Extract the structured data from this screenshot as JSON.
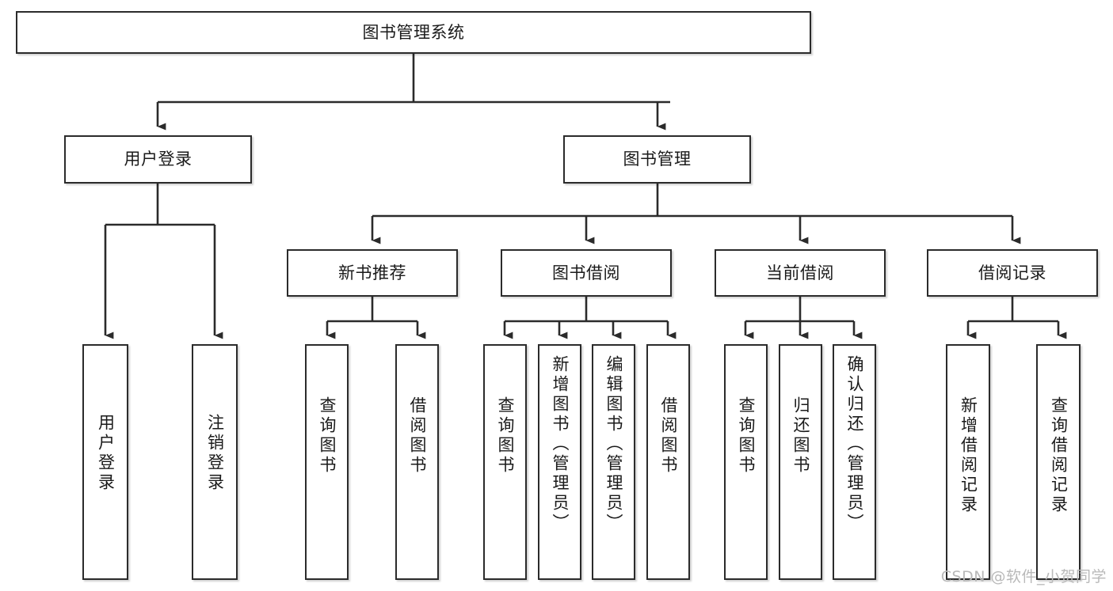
{
  "diagram": {
    "title": "图书管理系统",
    "type": "tree-hierarchy-functional-decomposition",
    "root": {
      "id": "root",
      "label": "图书管理系统"
    },
    "level2": [
      {
        "id": "user-login",
        "label": "用户登录"
      },
      {
        "id": "book-management",
        "label": "图书管理"
      }
    ],
    "level3": [
      {
        "id": "new-book-recommend",
        "label": "新书推荐",
        "parent": "book-management"
      },
      {
        "id": "book-borrow",
        "label": "图书借阅",
        "parent": "book-management"
      },
      {
        "id": "current-borrow",
        "label": "当前借阅",
        "parent": "book-management"
      },
      {
        "id": "borrow-record",
        "label": "借阅记录",
        "parent": "book-management"
      }
    ],
    "leaves": [
      {
        "id": "leaf-user-login",
        "label": "用户登录",
        "parent": "user-login"
      },
      {
        "id": "leaf-user-logout",
        "label": "注销登录",
        "parent": "user-login"
      },
      {
        "id": "leaf-query-book-1",
        "label": "查询图书",
        "parent": "new-book-recommend"
      },
      {
        "id": "leaf-borrow-book-1",
        "label": "借阅图书",
        "parent": "new-book-recommend"
      },
      {
        "id": "leaf-query-book-2",
        "label": "查询图书",
        "parent": "book-borrow"
      },
      {
        "id": "leaf-add-book",
        "label": "新增图书（管理员）",
        "parent": "book-borrow"
      },
      {
        "id": "leaf-edit-book",
        "label": "编辑图书（管理员）",
        "parent": "book-borrow"
      },
      {
        "id": "leaf-borrow-book-2",
        "label": "借阅图书",
        "parent": "book-borrow"
      },
      {
        "id": "leaf-query-book-3",
        "label": "查询图书",
        "parent": "current-borrow"
      },
      {
        "id": "leaf-return-book",
        "label": "归还图书",
        "parent": "current-borrow"
      },
      {
        "id": "leaf-confirm-return",
        "label": "确认归还（管理员）",
        "parent": "current-borrow"
      },
      {
        "id": "leaf-add-record",
        "label": "新增借阅记录",
        "parent": "borrow-record"
      },
      {
        "id": "leaf-query-record",
        "label": "查询借阅记录",
        "parent": "borrow-record"
      }
    ]
  },
  "style": {
    "box_border_color": "#2b2b2b",
    "box_fill_color": "#ffffff",
    "connector_color": "#2b2b2b",
    "text_color": "#1a1a1a",
    "watermark_color": "#b9b9b9",
    "background_color": "#ffffff"
  },
  "watermark": {
    "text": "CSDN @软件_小贺同学"
  }
}
